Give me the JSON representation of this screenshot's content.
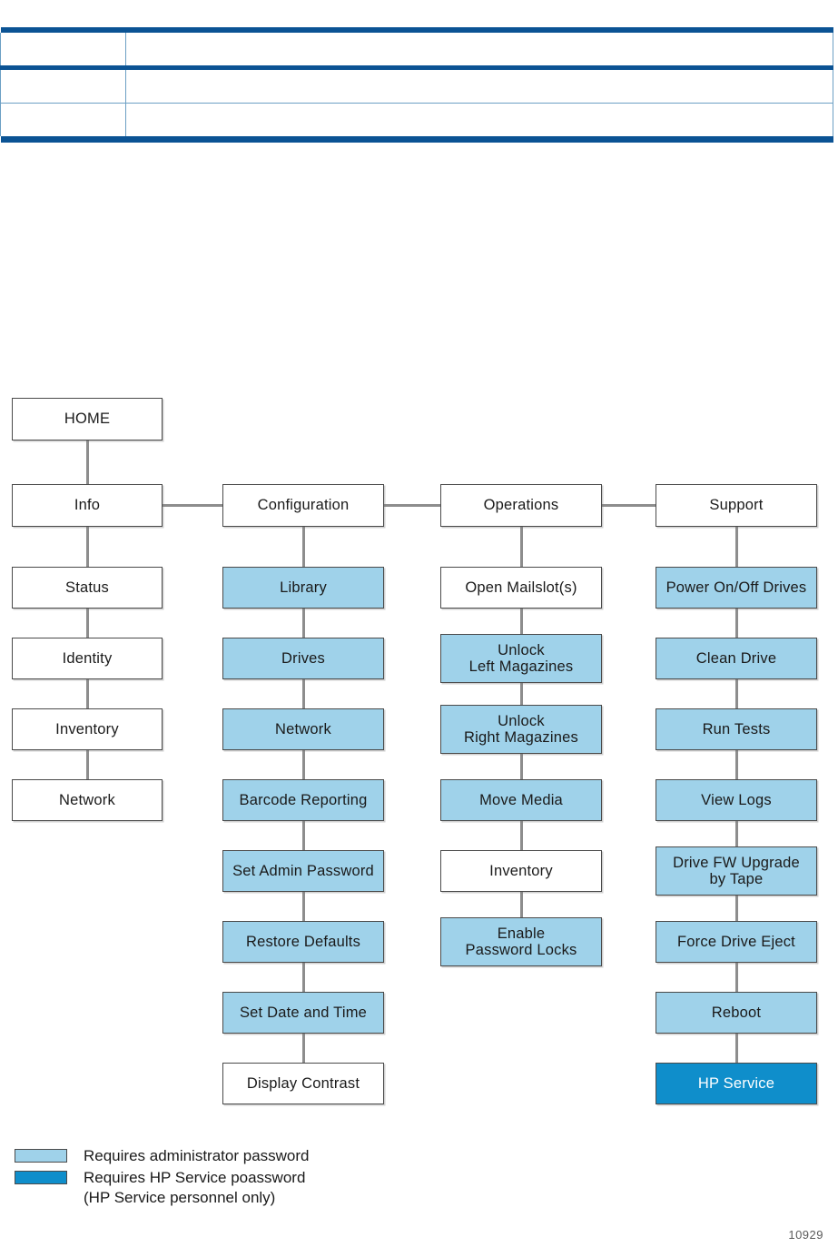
{
  "document": {
    "figure_number": "10929",
    "table": {
      "column_count": 2,
      "row_count": 3,
      "rows": [
        {
          "cells": [
            "",
            ""
          ]
        },
        {
          "cells": [
            "",
            ""
          ]
        },
        {
          "cells": [
            "",
            ""
          ]
        }
      ],
      "border_color": "#0b5394",
      "inner_border_color": "#6c9fc4"
    }
  },
  "colors": {
    "admin_fill": "#9fd2ea",
    "hp_service_fill": "#0f8ecb",
    "plain_fill": "#ffffff",
    "node_border": "#4a4a4a",
    "connector": "#8d8d8d"
  },
  "flow": {
    "root": {
      "label": "HOME",
      "level": "admin_required_no"
    },
    "columns": [
      {
        "header": "Info",
        "items": [
          {
            "label": "Status",
            "admin": false
          },
          {
            "label": "Identity",
            "admin": false
          },
          {
            "label": "Inventory",
            "admin": false
          },
          {
            "label": "Network",
            "admin": false
          }
        ]
      },
      {
        "header": "Configuration",
        "items": [
          {
            "label": "Library",
            "admin": true
          },
          {
            "label": "Drives",
            "admin": true
          },
          {
            "label": "Network",
            "admin": true
          },
          {
            "label": "Barcode Reporting",
            "admin": true
          },
          {
            "label": "Set Admin Password",
            "admin": true
          },
          {
            "label": "Restore Defaults",
            "admin": true
          },
          {
            "label": "Set Date and Time",
            "admin": true
          },
          {
            "label": "Display Contrast",
            "admin": false
          }
        ]
      },
      {
        "header": "Operations",
        "items": [
          {
            "label": "Open Mailslot(s)",
            "admin": false
          },
          {
            "label": "Unlock\nLeft Magazines",
            "admin": true
          },
          {
            "label": "Unlock\nRight Magazines",
            "admin": true
          },
          {
            "label": "Move Media",
            "admin": true
          },
          {
            "label": "Inventory",
            "admin": false
          },
          {
            "label": "Enable\nPassword Locks",
            "admin": true
          }
        ]
      },
      {
        "header": "Support",
        "items": [
          {
            "label": "Power On/Off Drives",
            "admin": true
          },
          {
            "label": "Clean Drive",
            "admin": true
          },
          {
            "label": "Run Tests",
            "admin": true
          },
          {
            "label": "View Logs",
            "admin": true
          },
          {
            "label": "Drive FW Upgrade\nby Tape",
            "admin": true
          },
          {
            "label": "Force Drive Eject",
            "admin": true
          },
          {
            "label": "Reboot",
            "admin": true
          },
          {
            "label": "HP Service",
            "admin": false,
            "hp_service": true
          }
        ]
      }
    ]
  },
  "legend": {
    "items": [
      {
        "swatch": "admin_fill",
        "text": "Requires administrator password"
      },
      {
        "swatch": "hp_service_fill",
        "text": "Requires HP Service poassword\n(HP Service personnel only)"
      }
    ]
  }
}
